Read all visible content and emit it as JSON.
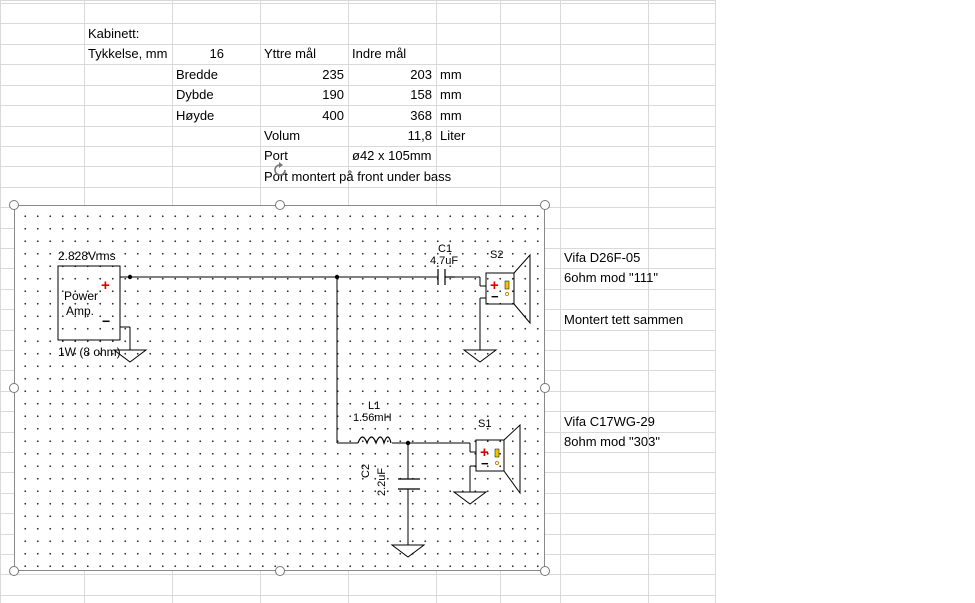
{
  "sheet": {
    "title_cabinet": "Kabinett:",
    "thickness_label": "Tykkelse, mm",
    "thickness_value": "16",
    "outer_header": "Yttre mål",
    "inner_header": "Indre mål",
    "rows": [
      {
        "label": "Bredde",
        "outer": "235",
        "inner": "203",
        "unit": "mm"
      },
      {
        "label": "Dybde",
        "outer": "190",
        "inner": "158",
        "unit": "mm"
      },
      {
        "label": "Høyde",
        "outer": "400",
        "inner": "368",
        "unit": "mm"
      }
    ],
    "volume_label": "Volum",
    "volume_value": "11,8",
    "volume_unit": "Liter",
    "port_label": "Port",
    "port_value": "ø42 x 105mm",
    "port_note": "Port montert på front under bass"
  },
  "notes": {
    "tweeter_model": "Vifa D26F-05",
    "tweeter_mod": "6ohm  mod \"111\"",
    "tweeter_mount": "Montert tett sammen",
    "woofer_model": "Vifa C17WG-29",
    "woofer_mod": "8ohm mod \"303\""
  },
  "schematic": {
    "source_voltage": "2.828Vrms",
    "amp_line1": "Power",
    "amp_line2": "Amp.",
    "amp_power": "1W (8 ohm)",
    "plus": "+",
    "minus": "−",
    "c1_name": "C1",
    "c1_value": "4.7uF",
    "s2_name": "S2",
    "l1_name": "L1",
    "l1_value": "1.56mH",
    "s1_name": "S1",
    "c2_name": "C2",
    "c2_value": "2.2uF"
  },
  "colors": {
    "grid": "#d9d9d9",
    "wire": "#000000",
    "plus_red": "#e00000",
    "probe_yellow": "#f2c500"
  }
}
